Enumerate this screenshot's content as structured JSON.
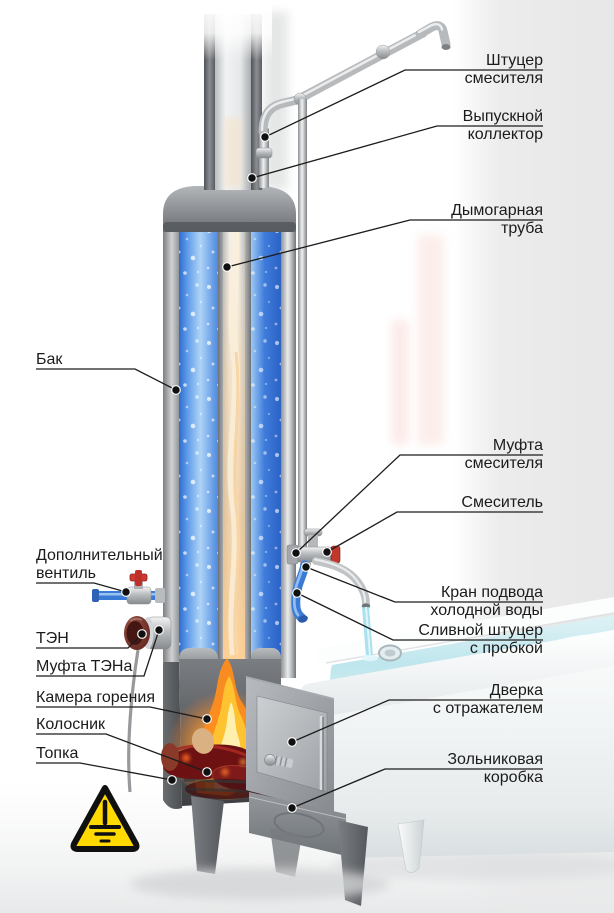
{
  "labels": {
    "bak": {
      "l1": "Бак"
    },
    "dop_ventil": {
      "l1": "Дополнительный",
      "l2": "вентиль"
    },
    "ten": {
      "l1": "ТЭН"
    },
    "mufta_tena": {
      "l1": "Муфта ТЭНа"
    },
    "kamera_goreniya": {
      "l1": "Камера горения"
    },
    "kolosnik": {
      "l1": "Колосник"
    },
    "topka": {
      "l1": "Топка"
    },
    "shtutser_smesitelya": {
      "l1": "Штуцер",
      "l2": "смесителя"
    },
    "vypusknoy_kollektor": {
      "l1": "Выпускной",
      "l2": "коллектор"
    },
    "dymogarnaya_truba": {
      "l1": "Дымогарная",
      "l2": "труба"
    },
    "mufta_smesitelya": {
      "l1": "Муфта",
      "l2": "смесителя"
    },
    "smesitel": {
      "l1": "Смеситель"
    },
    "kran_podvoda": {
      "l1": "Кран подвода",
      "l2": "холодной воды"
    },
    "slivnoy_shtutser": {
      "l1": "Сливной штуцер",
      "l2": "с пробкой"
    },
    "dverka": {
      "l1": "Дверка",
      "l2": "с отражателем"
    },
    "zolnikovaya_korobka": {
      "l1": "Зольниковая",
      "l2": "коробка"
    }
  },
  "icons": {
    "warning_triangle": "grounding-warning-icon"
  },
  "colors": {
    "water_blue": "#3a7bd5",
    "water_light": "#aed4f7",
    "flame_orange": "#ff8c1a",
    "flame_yellow": "#ffc332",
    "mixer_cap_red": "#c2372c",
    "warning_yellow": "#ffd900",
    "label_text": "#1b1b1b",
    "leader_line": "#1c1c1c",
    "tub_water": "#bfe6ed"
  }
}
